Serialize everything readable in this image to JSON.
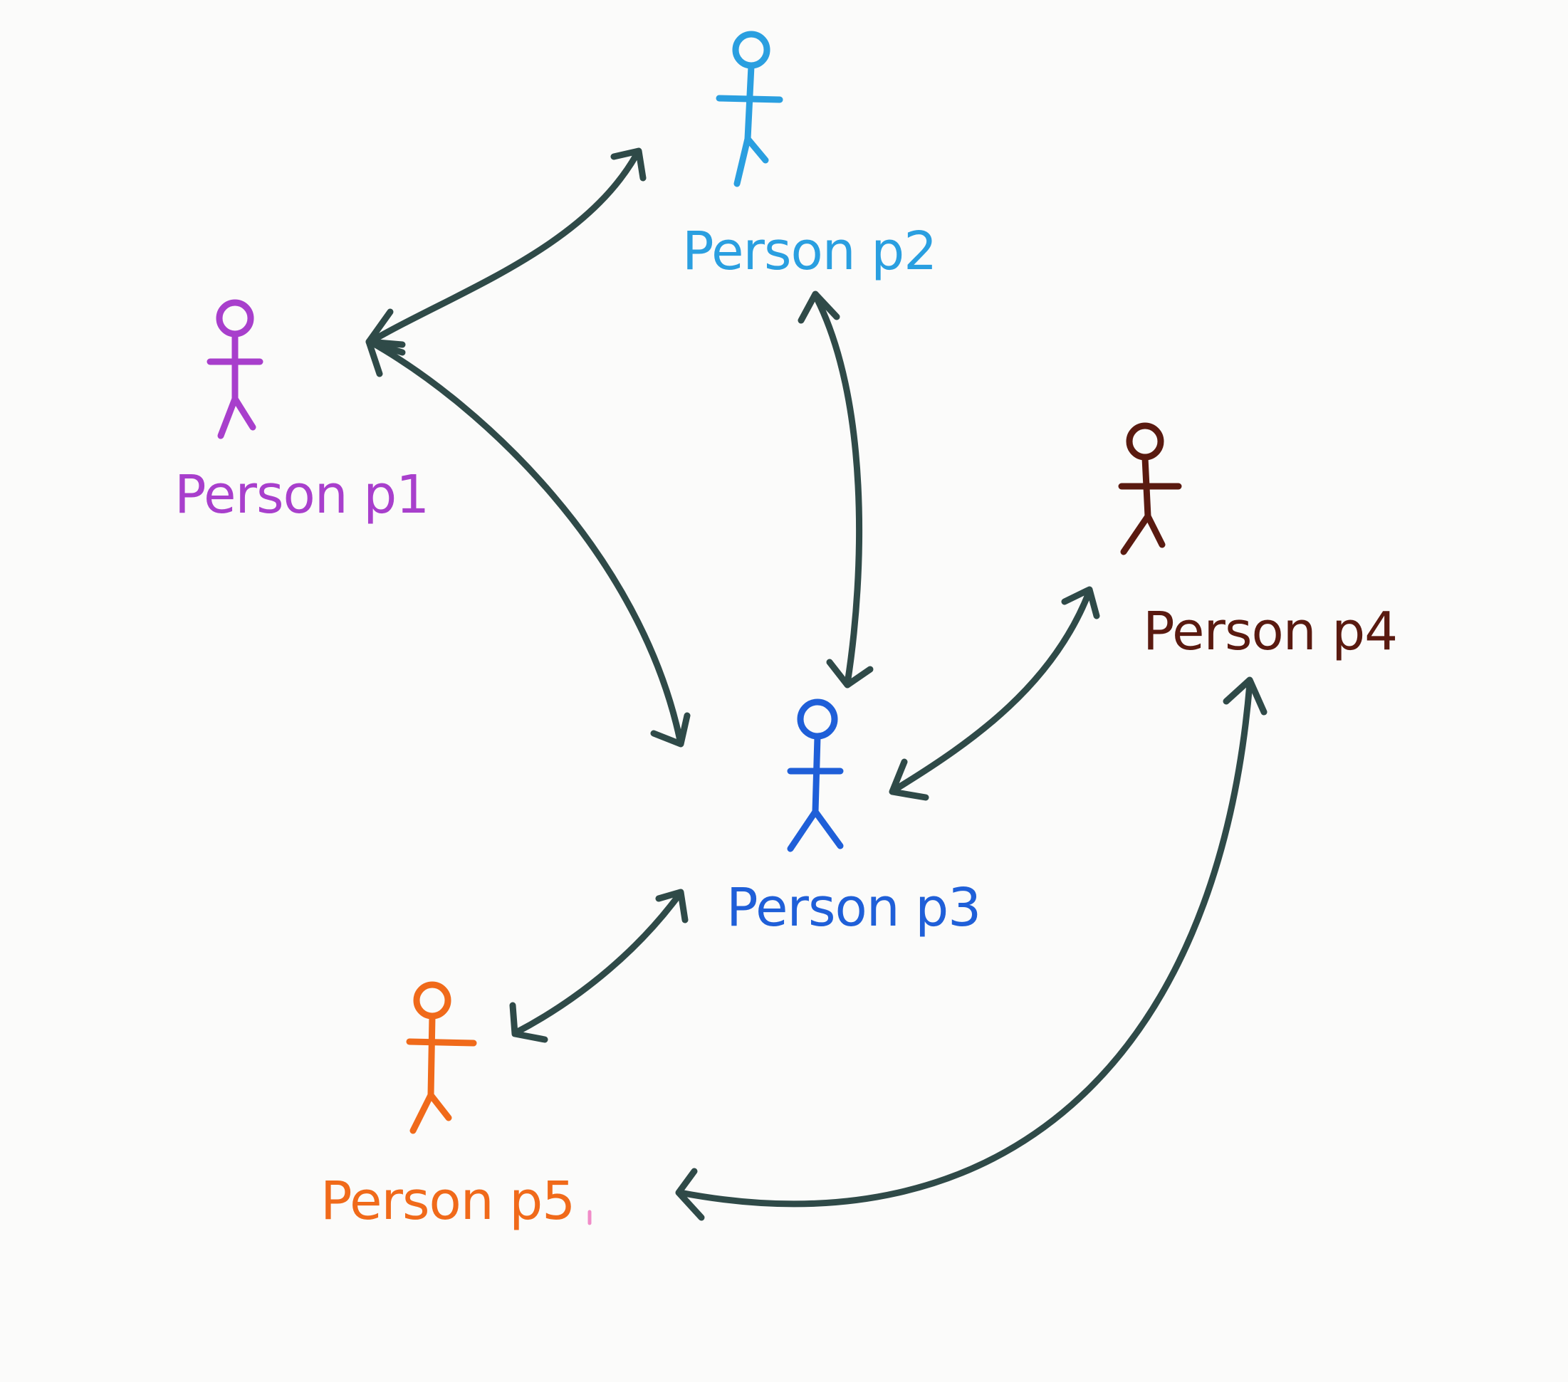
{
  "diagram": {
    "nodes": [
      {
        "id": "p1",
        "label": "Person p1",
        "color": "#a83fcc"
      },
      {
        "id": "p2",
        "label": "Person p2",
        "color": "#2a9fe0"
      },
      {
        "id": "p3",
        "label": "Person p3",
        "color": "#1f5fd8"
      },
      {
        "id": "p4",
        "label": "Person p4",
        "color": "#5a1a10"
      },
      {
        "id": "p5",
        "label": "Person p5",
        "color": "#f06a1a"
      }
    ],
    "edges": [
      {
        "from": "p1",
        "to": "p2",
        "bidirectional": true
      },
      {
        "from": "p1",
        "to": "p3",
        "bidirectional": true
      },
      {
        "from": "p2",
        "to": "p3",
        "bidirectional": true
      },
      {
        "from": "p3",
        "to": "p4",
        "bidirectional": true
      },
      {
        "from": "p3",
        "to": "p5",
        "bidirectional": true
      },
      {
        "from": "p4",
        "to": "p5",
        "bidirectional": true
      }
    ],
    "edge_color": "#2f4a48",
    "mark_color": "#f08cc8"
  }
}
